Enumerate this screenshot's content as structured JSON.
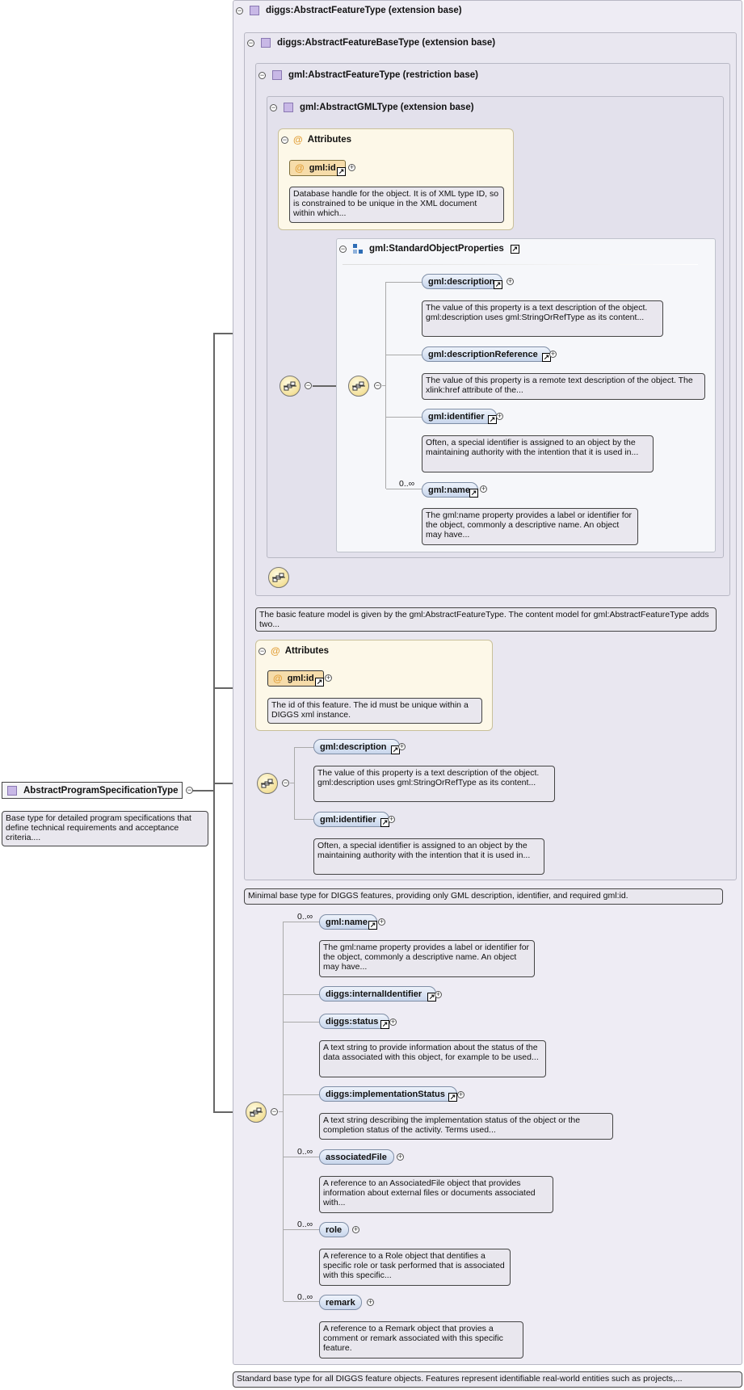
{
  "root": {
    "label": "AbstractProgramSpecificationType",
    "note": "Base type for detailed program specifications that define technical requirements and acceptance criteria...."
  },
  "afType": {
    "label": "diggs:AbstractFeatureType (extension base)"
  },
  "afbType": {
    "label": "diggs:AbstractFeatureBaseType (extension base)"
  },
  "gmlAfType": {
    "label": "gml:AbstractFeatureType (restriction base)"
  },
  "gmlAgType": {
    "label": "gml:AbstractGMLType (extension base)"
  },
  "attrs1": {
    "title": "Attributes",
    "id_label": "gml:id",
    "id_note": "Database handle for the object. It is of XML type ID, so is constrained to be unique in the XML document within which..."
  },
  "stdProps": {
    "label": "gml:StandardObjectProperties",
    "items": [
      {
        "label": "gml:description",
        "note": "The value of this property is a text description of the object. gml:description uses gml:StringOrRefType as its content..."
      },
      {
        "label": "gml:descriptionReference",
        "note": "The value of this property is a remote text description of the object. The xlink:href attribute of the..."
      },
      {
        "label": "gml:identifier",
        "note": "Often, a special identifier is assigned to an object by the maintaining authority with the intention that it is used in..."
      },
      {
        "label": "gml:name",
        "occurs": "0..∞",
        "note": "The gml:name property provides a label or identifier for the object, commonly a descriptive name. An object may have..."
      }
    ]
  },
  "gmlAfNote": "The basic feature model is given by the gml:AbstractFeatureType. The content model for gml:AbstractFeatureType adds two...",
  "attrs2": {
    "title": "Attributes",
    "id_label": "gml:id",
    "id_note": "The id of this feature. The id must be unique within a DIGGS xml instance."
  },
  "seq2": [
    {
      "label": "gml:description",
      "note": "The value of this property is a text description of the object. gml:description uses gml:StringOrRefType as its content..."
    },
    {
      "label": "gml:identifier",
      "note": "Often, a special identifier is assigned to an object by the maintaining authority with the intention that it is used in..."
    }
  ],
  "afbNote": "Minimal base type for DIGGS features, providing only GML description, identifier, and required gml:id.",
  "seq3": [
    {
      "label": "gml:name",
      "occurs": "0..∞",
      "note": "The gml:name property provides a label or identifier for the object, commonly a descriptive name. An object may have..."
    },
    {
      "label": "diggs:internalIdentifier"
    },
    {
      "label": "diggs:status",
      "note": "A text string to provide information about the status of the data associated with this object, for example to be used..."
    },
    {
      "label": "diggs:implementationStatus",
      "note": "A text string describing the implementation status of the object or the completion status of the activity. Terms used..."
    },
    {
      "label": "associatedFile",
      "occurs": "0..∞",
      "note": "A reference to an AssociatedFile object that provides information about external files or documents associated with..."
    },
    {
      "label": "role",
      "occurs": "0..∞",
      "note": "A reference to a Role object that dentifies a specific role or task performed that is associated with this specific..."
    },
    {
      "label": "remark",
      "occurs": "0..∞",
      "note": "A reference to a Remark object that provies a comment or remark associated with this specific feature."
    }
  ],
  "afNote": "Standard base type for all DIGGS feature objects. Features represent identifiable real-world entities such as projects,...",
  "symbols": {
    "minus": "−",
    "plus": "+",
    "ref": "↗",
    "at": "@"
  }
}
